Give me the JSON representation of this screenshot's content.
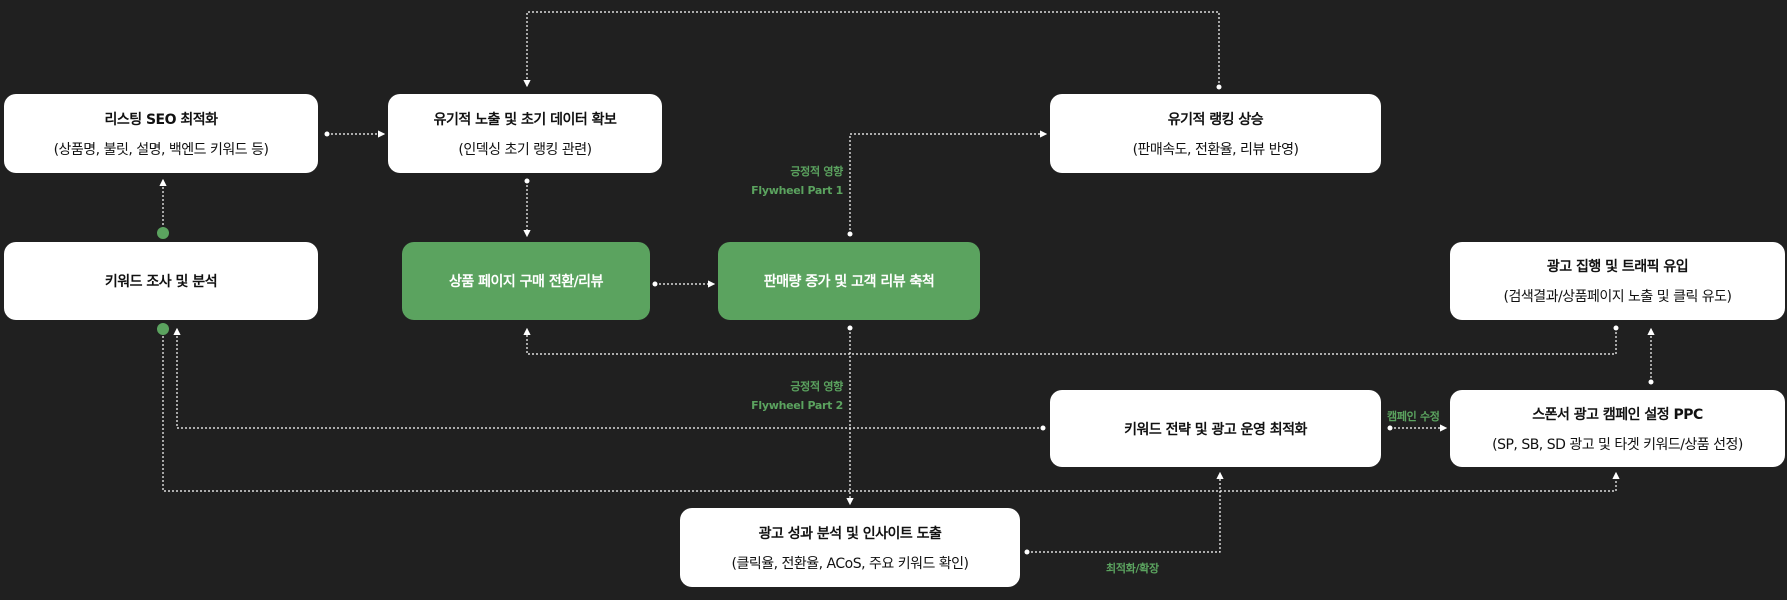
{
  "nodes": {
    "listing_seo": {
      "title": "리스팅 SEO 최적화",
      "subtitle": "(상품명, 불릿, 설명, 백엔드 키워드 등)"
    },
    "organic_exposure": {
      "title": "유기적 노출 및 초기 데이터 확보",
      "subtitle": "(인덱싱 초기 랭킹 관련)"
    },
    "organic_ranking": {
      "title": "유기적 랭킹 상승",
      "subtitle": "(판매속도, 전환율, 리뷰 반영)"
    },
    "keyword_research": {
      "title": "키워드 조사 및 분석"
    },
    "product_page": {
      "title": "상품 페이지 구매 전환/리뷰"
    },
    "sales_growth": {
      "title": "판매량 증가 및 고객 리뷰 축척"
    },
    "ad_traffic": {
      "title": "광고 집행 및 트래픽 유입",
      "subtitle": "(검색결과/상품페이지 노출 및 클릭 유도)"
    },
    "keyword_strategy": {
      "title": "키워드 전략 및 광고 운영 최적화"
    },
    "sponsored_ppc": {
      "title": "스폰서 광고 캠페인 설정 PPC",
      "subtitle": "(SP, SB, SD 광고 및 타겟 키워드/상품 선정)"
    },
    "ad_analysis": {
      "title": "광고 성과 분석 및 인사이트 도출",
      "subtitle": "(클릭율, 전환율, ACoS, 주요 키워드 확인)"
    }
  },
  "edge_labels": {
    "flywheel1_line1": "긍정적 영향",
    "flywheel1_line2": "Flywheel Part 1",
    "flywheel2_line1": "긍정적 영향",
    "flywheel2_line2": "Flywheel Part 2",
    "campaign_edit": "캠페인 수정",
    "optimize_expand": "최적화/확장"
  },
  "colors": {
    "background": "#202020",
    "accent_green": "#5ba35f",
    "node_white": "#ffffff"
  }
}
